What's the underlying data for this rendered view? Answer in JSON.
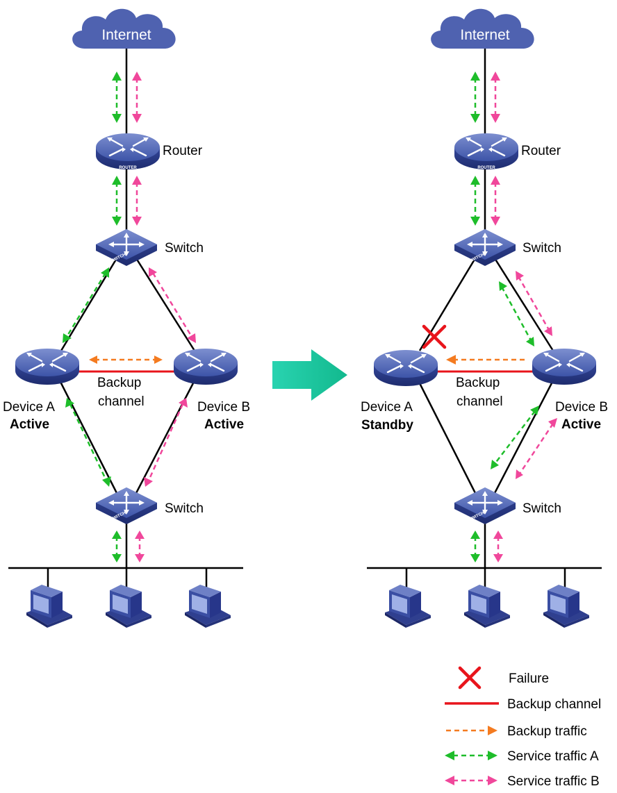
{
  "colors": {
    "backup_channel": "#e8141b",
    "backup_traffic": "#f47b20",
    "service_a": "#1ebd2a",
    "service_b": "#f0479b",
    "device_blue": "#3b52a6",
    "cloud": "#4f62b0",
    "arrow_teal": "#1fc9a4",
    "failure": "#e8141b"
  },
  "left": {
    "internet_label": "Internet",
    "router_label": "Router",
    "router_badge": "ROUTER",
    "switch_top_label": "Switch",
    "switch_bottom_label": "Switch",
    "switch_badge": "SWITCH",
    "device_a_name": "Device A",
    "device_a_state": "Active",
    "device_b_name": "Device B",
    "device_b_state": "Active",
    "backup_line1": "Backup",
    "backup_line2": "channel"
  },
  "right": {
    "internet_label": "Internet",
    "router_label": "Router",
    "router_badge": "ROUTER",
    "switch_top_label": "Switch",
    "switch_bottom_label": "Switch",
    "switch_badge": "SWITCH",
    "device_a_name": "Device A",
    "device_a_state": "Standby",
    "device_b_name": "Device B",
    "device_b_state": "Active",
    "backup_line1": "Backup",
    "backup_line2": "channel"
  },
  "legend": {
    "failure": "Failure",
    "backup_channel": "Backup channel",
    "backup_traffic": "Backup traffic",
    "service_a": "Service traffic A",
    "service_b": "Service traffic B"
  }
}
